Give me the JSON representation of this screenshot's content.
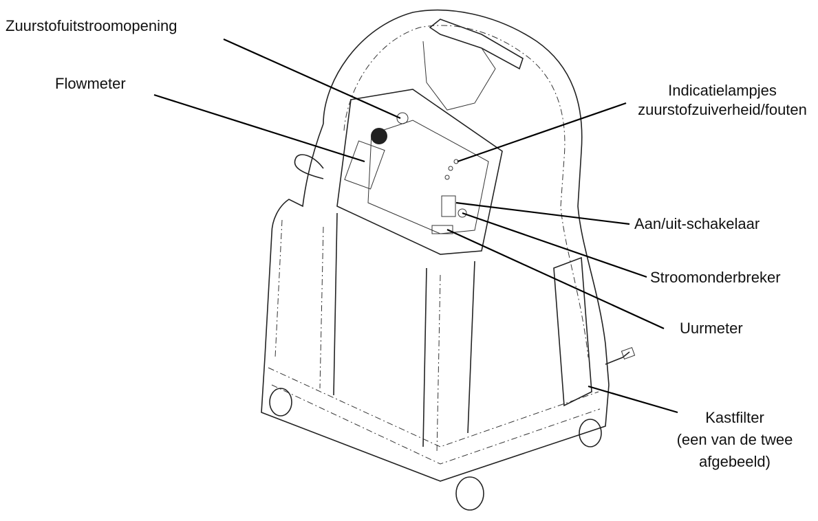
{
  "labels": {
    "oxygen_outlet": "Zuurstofuitstroomopening",
    "flowmeter": "Flowmeter",
    "indicator_title_1": "Indicatielampjes",
    "indicator_title_2": "zuurstofzuiverheid/fouten",
    "power_switch": "Aan/uit-schakelaar",
    "circuit_breaker": "Stroomonderbreker",
    "hour_meter": "Uurmeter",
    "cabinet_filter_1": "Kastfilter",
    "cabinet_filter_2": "(een van de twee",
    "cabinet_filter_3": "afgebeeld)"
  }
}
